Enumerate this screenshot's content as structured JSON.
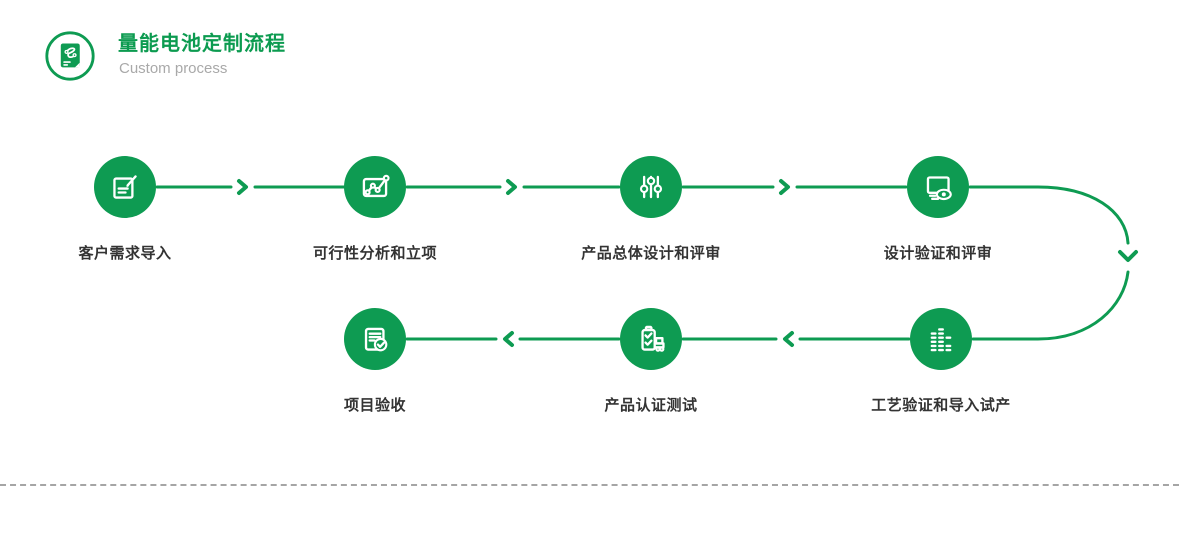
{
  "header": {
    "title": "量能电池定制流程",
    "subtitle": "Custom process",
    "logo_icon": "process-document-icon"
  },
  "colors": {
    "accent_green": "#0e9b52",
    "title_green": "#0c9b50",
    "label_text": "#333333",
    "subtitle_gray": "#a9a9a9",
    "dashed_gray": "#a5a5a5"
  },
  "flow": {
    "steps": [
      {
        "label": "客户需求导入",
        "icon": "edit-document-icon",
        "row": "top"
      },
      {
        "label": "可行性分析和立项",
        "icon": "chart-analysis-icon",
        "row": "top"
      },
      {
        "label": "产品总体设计和评审",
        "icon": "sliders-icon",
        "row": "top"
      },
      {
        "label": "设计验证和评审",
        "icon": "monitor-review-icon",
        "row": "top"
      },
      {
        "label": "工艺验证和导入试产",
        "icon": "equalizer-bars-icon",
        "row": "bottom"
      },
      {
        "label": "产品认证测试",
        "icon": "certification-checklist-icon",
        "row": "bottom"
      },
      {
        "label": "项目验收",
        "icon": "document-check-icon",
        "row": "bottom"
      }
    ]
  }
}
